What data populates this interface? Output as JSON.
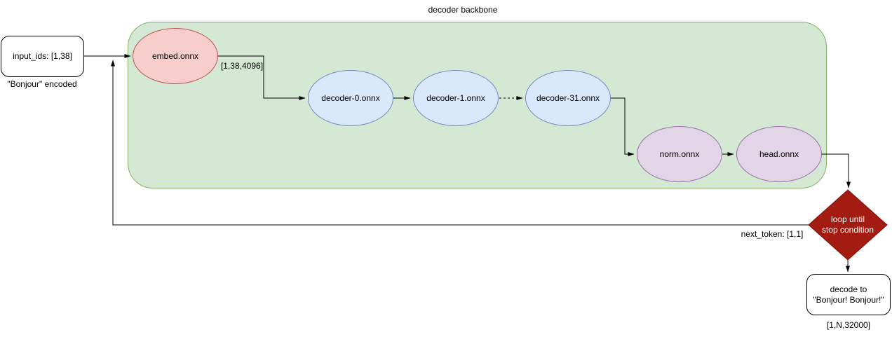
{
  "diagram": {
    "backbone_title": "decoder backbone",
    "nodes": {
      "input": {
        "label": "input_ids: [1,38]",
        "sublabel": "\"Bonjour\" encoded"
      },
      "embed": {
        "label": "embed.onnx"
      },
      "decoder0": {
        "label": "decoder-0.onnx"
      },
      "decoder1": {
        "label": "decoder-1.onnx"
      },
      "decoder31": {
        "label": "decoder-31.onnx"
      },
      "norm": {
        "label": "norm.onnx"
      },
      "head": {
        "label": "head.onnx"
      },
      "loop_decision": {
        "label": "loop until\nstop condition"
      },
      "decode": {
        "label": "decode to\n\"Bonjour! Bonjour!\"",
        "sublabel": "[1,N,32000]"
      }
    },
    "edge_labels": {
      "embed_output_shape": "[1,38,4096]",
      "next_token": "next_token: [1,1]"
    },
    "colors": {
      "backbone_fill": "#d5e8d4",
      "backbone_stroke": "#82b366",
      "embed_fill": "#f8cecc",
      "embed_stroke": "#b85450",
      "decoder_fill": "#dae8fc",
      "decoder_stroke": "#6c8ebf",
      "norm_head_fill": "#e1d5e7",
      "norm_head_stroke": "#9673a6",
      "loop_fill": "#a41b11",
      "loop_stroke": "#7e0f08",
      "edge_color": "#000000"
    }
  }
}
